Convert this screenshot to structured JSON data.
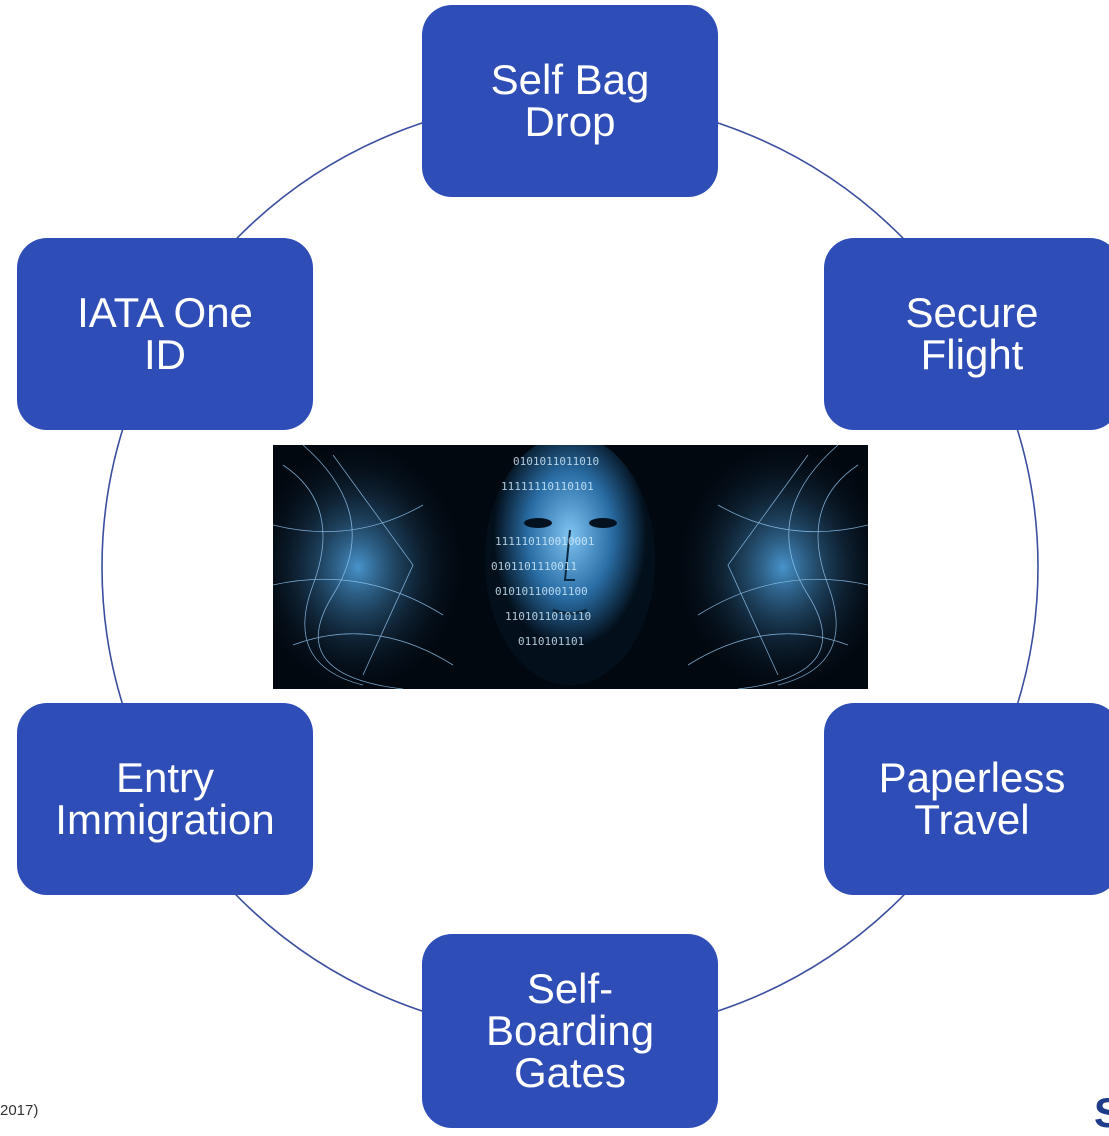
{
  "diagram": {
    "nodes": [
      {
        "id": "self-bag-drop",
        "label": "Self Bag\nDrop"
      },
      {
        "id": "secure-flight",
        "label": "Secure\nFlight"
      },
      {
        "id": "paperless-travel",
        "label": "Paperless\nTravel"
      },
      {
        "id": "self-boarding-gates",
        "label": "Self-\nBoarding\nGates"
      },
      {
        "id": "entry-immigration",
        "label": "Entry\nImmigration"
      },
      {
        "id": "iata-one-id",
        "label": "IATA One\nID"
      }
    ],
    "colors": {
      "node_fill": "#2f4db6",
      "node_text": "#ffffff",
      "ring_line": "#3b4f9e"
    },
    "center_image": "biometric-face-recognition-image"
  },
  "citation": "2017)",
  "logo_fragment": "S"
}
